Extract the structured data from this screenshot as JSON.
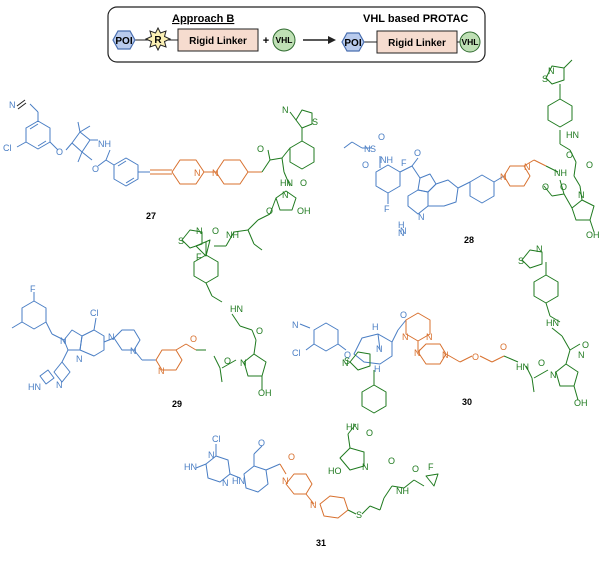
{
  "header": {
    "approach_title": "Approach B",
    "approach_sub_title": "VHL based PROTAC",
    "poi_label": "POI",
    "r_label": "R",
    "rigid_linker_label": "Rigid Linker",
    "plus": "+",
    "vhl_label": "VHL"
  },
  "colors": {
    "poi_fill": "#b9cbed",
    "poi_stroke": "#4a6fb0",
    "r_fill": "#fbf0b5",
    "linker_fill": "#f6dccf",
    "vhl_fill": "#bfe0b5",
    "poi_ligand": "#4a7ec4",
    "linker": "#d8702e",
    "vhl_ligand": "#1f7a1f"
  },
  "compounds": [
    {
      "id": "27",
      "atoms": [
        "N",
        "Cl",
        "O",
        "NH",
        "O",
        "O",
        "N",
        "N",
        "N",
        "S",
        "HN",
        "O",
        "N",
        "OH",
        "O",
        "NH",
        "O",
        "F"
      ]
    },
    {
      "id": "28",
      "atoms": [
        "N",
        "S",
        "O",
        "O",
        "NH",
        "F",
        "F",
        "O",
        "N",
        "N",
        "H",
        "N",
        "N",
        "N",
        "O",
        "S",
        "N",
        "NH",
        "O",
        "N",
        "O",
        "HN",
        "O",
        "OH"
      ]
    },
    {
      "id": "29",
      "atoms": [
        "F",
        "Cl",
        "N",
        "N",
        "N",
        "N",
        "N",
        "HN",
        "O",
        "N",
        "S",
        "N",
        "HN",
        "O",
        "N",
        "O",
        "OH"
      ]
    },
    {
      "id": "30",
      "atoms": [
        "N",
        "Cl",
        "O",
        "H",
        "N",
        "H",
        "O",
        "N",
        "N",
        "N",
        "N",
        "O",
        "O",
        "HN",
        "N",
        "S",
        "N",
        "HN",
        "O",
        "N",
        "O",
        "OH"
      ]
    },
    {
      "id": "31",
      "atoms": [
        "N",
        "S",
        "Cl",
        "O",
        "HN",
        "N",
        "N",
        "HN",
        "N",
        "O",
        "N",
        "HN",
        "O",
        "HO",
        "N",
        "O",
        "S",
        "NH",
        "O",
        "F"
      ]
    }
  ]
}
